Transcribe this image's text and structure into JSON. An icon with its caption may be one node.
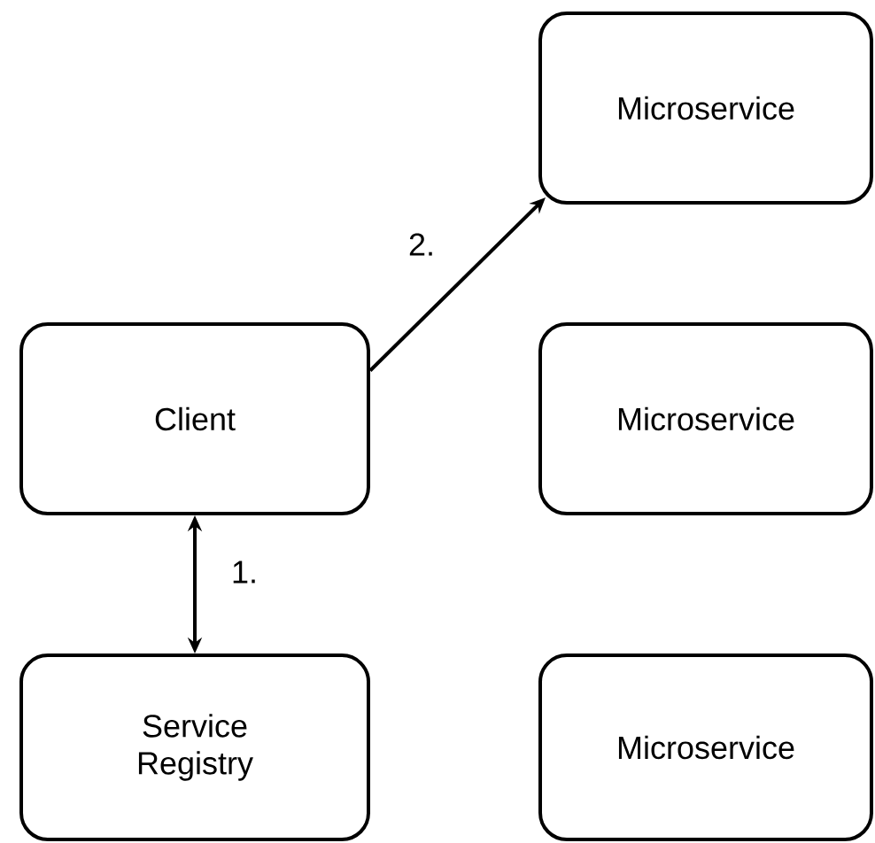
{
  "diagram": {
    "nodes": [
      {
        "text": [
          "Microservice"
        ]
      },
      {
        "text": [
          "Client"
        ]
      },
      {
        "text": [
          "Microservice"
        ]
      },
      {
        "text": [
          "Service Registry"
        ]
      },
      {
        "text": [
          "Microservice"
        ]
      }
    ],
    "edges": [
      {
        "from": 1,
        "to": 3,
        "arrow": "both",
        "label": "1."
      },
      {
        "from": 1,
        "to": 0,
        "arrow": "to",
        "label": "2."
      }
    ]
  }
}
